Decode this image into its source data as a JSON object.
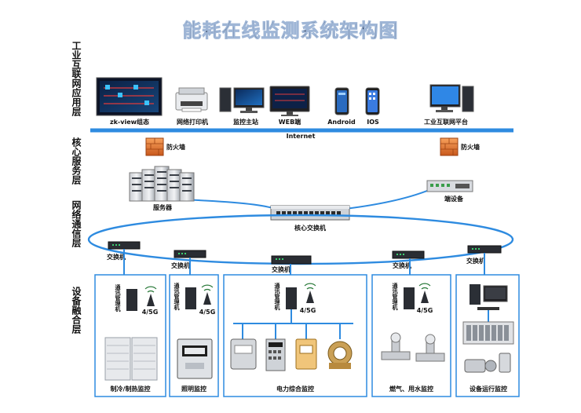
{
  "title": "能耗在线监测系统架构图",
  "layers": {
    "app": "工业互联网应用层",
    "core": "核心服务层",
    "net": "网络通信层",
    "fusion": "设备融合层"
  },
  "app_devices": {
    "zkview": "zk-view组态",
    "printer": "网络打印机",
    "host": "监控主站",
    "web": "WEB端",
    "android": "Android",
    "ios": "IOS",
    "platform": "工业互联网平台"
  },
  "internet": "Internet",
  "firewall": "防火墙",
  "server": "服务器",
  "edge": "端设备",
  "core_switch": "核心交换机",
  "switch": "交换机",
  "gateway": "通讯管理机",
  "wireless": "4/5G",
  "groups": {
    "hvac": "制冷/制热监控",
    "lighting": "照明监控",
    "power": "电力综合监控",
    "gas_water": "燃气、用水监控",
    "equipment": "设备运行监控"
  },
  "colors": {
    "network_line": "#2e8be0",
    "group_border": "#2e8be0",
    "firewall": "#e07830",
    "title_fill": "#1a2a48"
  }
}
